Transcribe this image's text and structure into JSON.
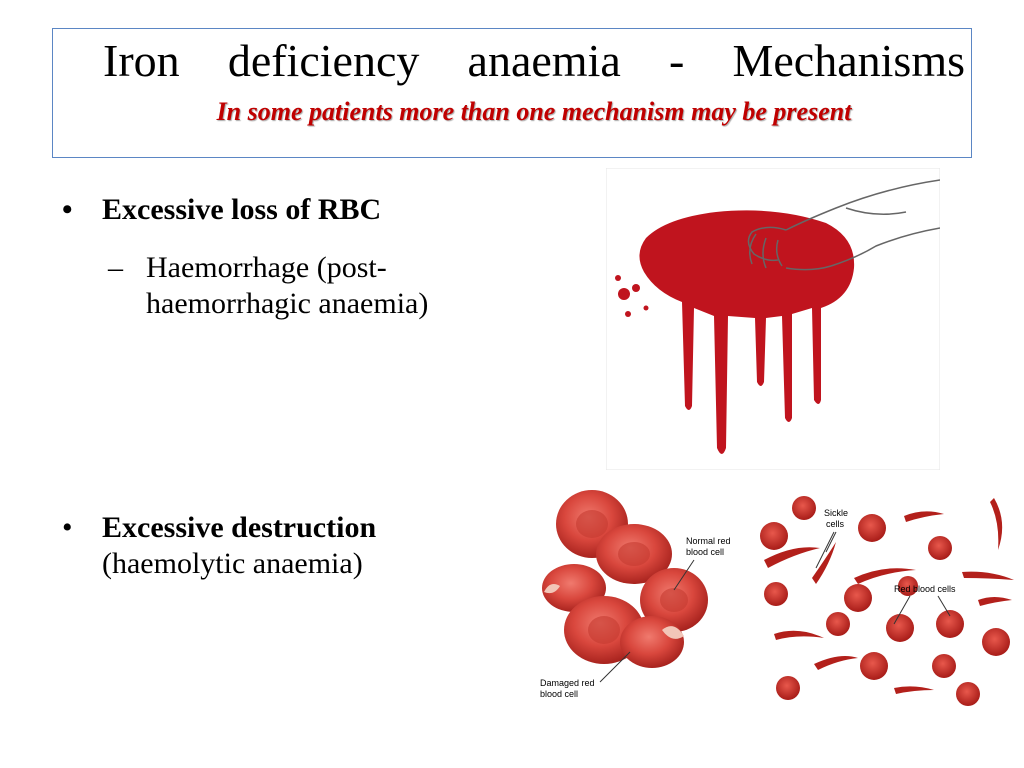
{
  "title": {
    "main": "Iron deficiency anaemia - Mechanisms",
    "subtitle": "In some patients more than one mechanism may be present"
  },
  "bullets": [
    {
      "marker": "•",
      "label": "Excessive loss of  RBC"
    },
    {
      "marker": "•",
      "label": "Excessive destruction",
      "detail": "(haemolytic anaemia)"
    }
  ],
  "sub_bullet": {
    "marker": "–",
    "text": "Haemorrhage (post-haemorrhagic anaemia)"
  },
  "images": {
    "cells_left": {
      "label_normal": "Normal red blood cell",
      "label_damaged": "Damaged red blood cell"
    },
    "cells_right": {
      "label_sickle": "Sickle cells",
      "label_red": "Red blood cells"
    }
  },
  "colors": {
    "subtitle": "#c00000",
    "border": "#5b86c4",
    "blood": "#c0141e"
  }
}
